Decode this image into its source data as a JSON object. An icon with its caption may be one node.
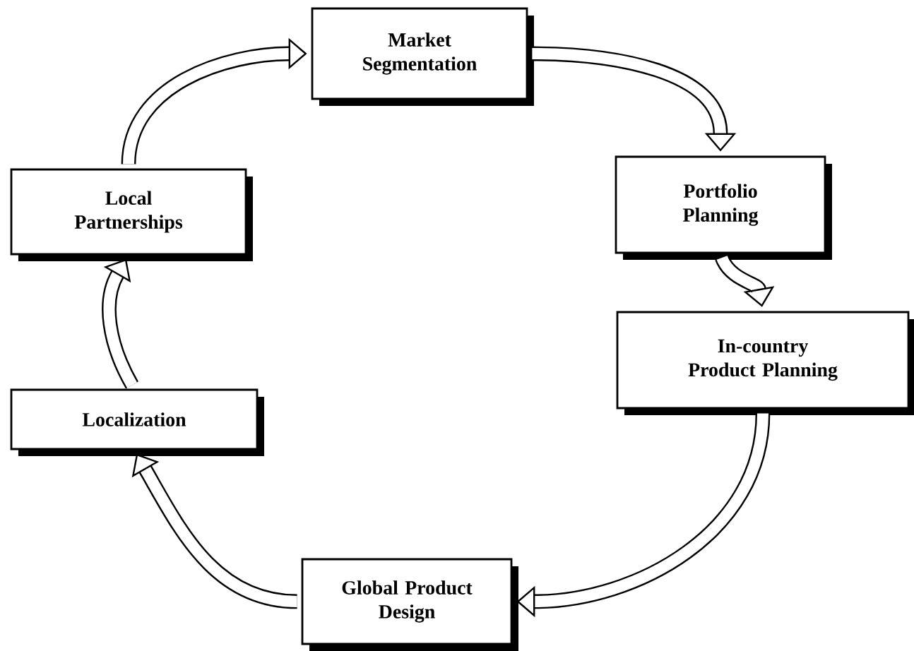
{
  "diagram": {
    "nodes": [
      {
        "text": [
          "Market Segmentation"
        ]
      },
      {
        "text": [
          "Portfolio Planning"
        ]
      },
      {
        "text": [
          "In-country Product Planning"
        ]
      },
      {
        "text": [
          "Global Product Design"
        ]
      },
      {
        "text": [
          "Localization"
        ]
      },
      {
        "text": [
          "Local Partnerships"
        ]
      }
    ],
    "edges": [
      {
        "from": 5,
        "to": 0,
        "arrow": "to"
      },
      {
        "from": 0,
        "to": 1,
        "arrow": "to"
      },
      {
        "from": 1,
        "to": 2,
        "arrow": "to"
      },
      {
        "from": 2,
        "to": 3,
        "arrow": "to"
      },
      {
        "from": 3,
        "to": 4,
        "arrow": "to"
      },
      {
        "from": 4,
        "to": 5,
        "arrow": "to"
      }
    ]
  }
}
